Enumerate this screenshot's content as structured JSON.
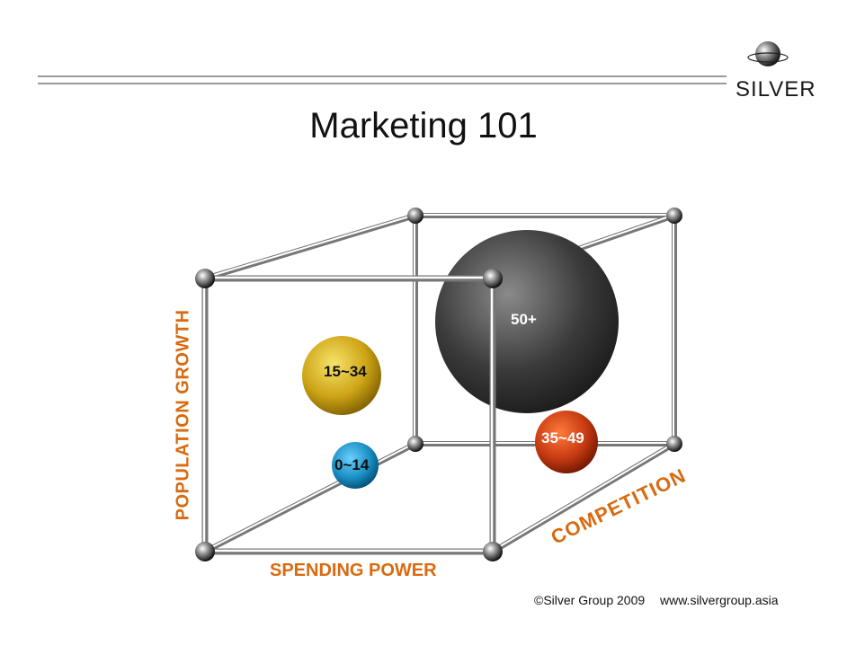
{
  "logo": {
    "icon": "silver-ball-logo",
    "text": "SILVER"
  },
  "title": "Marketing 101",
  "axes": {
    "y_label": "POPULATION GROWTH",
    "x_label": "SPENDING POWER",
    "z_label": "COMPETITION"
  },
  "segments": [
    {
      "label": "0~14",
      "color": "#1a8fc2"
    },
    {
      "label": "15~34",
      "color": "#d8b320"
    },
    {
      "label": "35~49",
      "color": "#c8401a"
    },
    {
      "label": "50+",
      "color": "#4a4a4a"
    }
  ],
  "footer": {
    "copyright": "©Silver Group 2009",
    "url": "www.silvergroup.asia"
  },
  "colors": {
    "axis_label": "#d96a10",
    "rule": "#9a9a9a"
  }
}
